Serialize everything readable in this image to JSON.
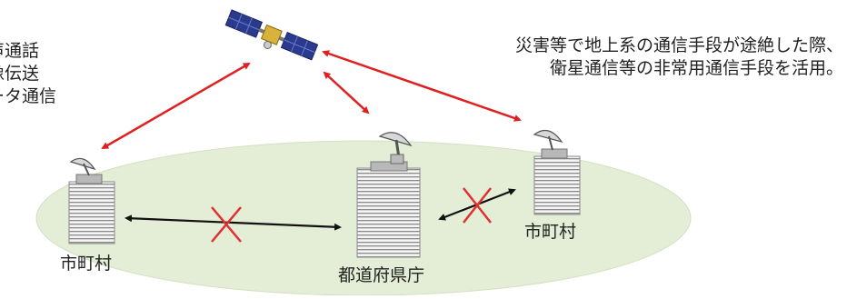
{
  "services": [
    "声通話",
    "像伝送",
    "ータ通信"
  ],
  "note_lines": [
    "災害等で地上系の通信手段が途絶した際、",
    "衛星通信等の非常用通信手段を活用。"
  ],
  "nodes": {
    "left_label": "市町村",
    "center_label": "都道府県庁",
    "right_label": "市町村"
  },
  "colors": {
    "satellite_link": "#e02020",
    "ground_link": "#111111",
    "failure_mark": "#e03030",
    "coverage_area": "#e4edd6",
    "building": "#9a9a9a"
  }
}
